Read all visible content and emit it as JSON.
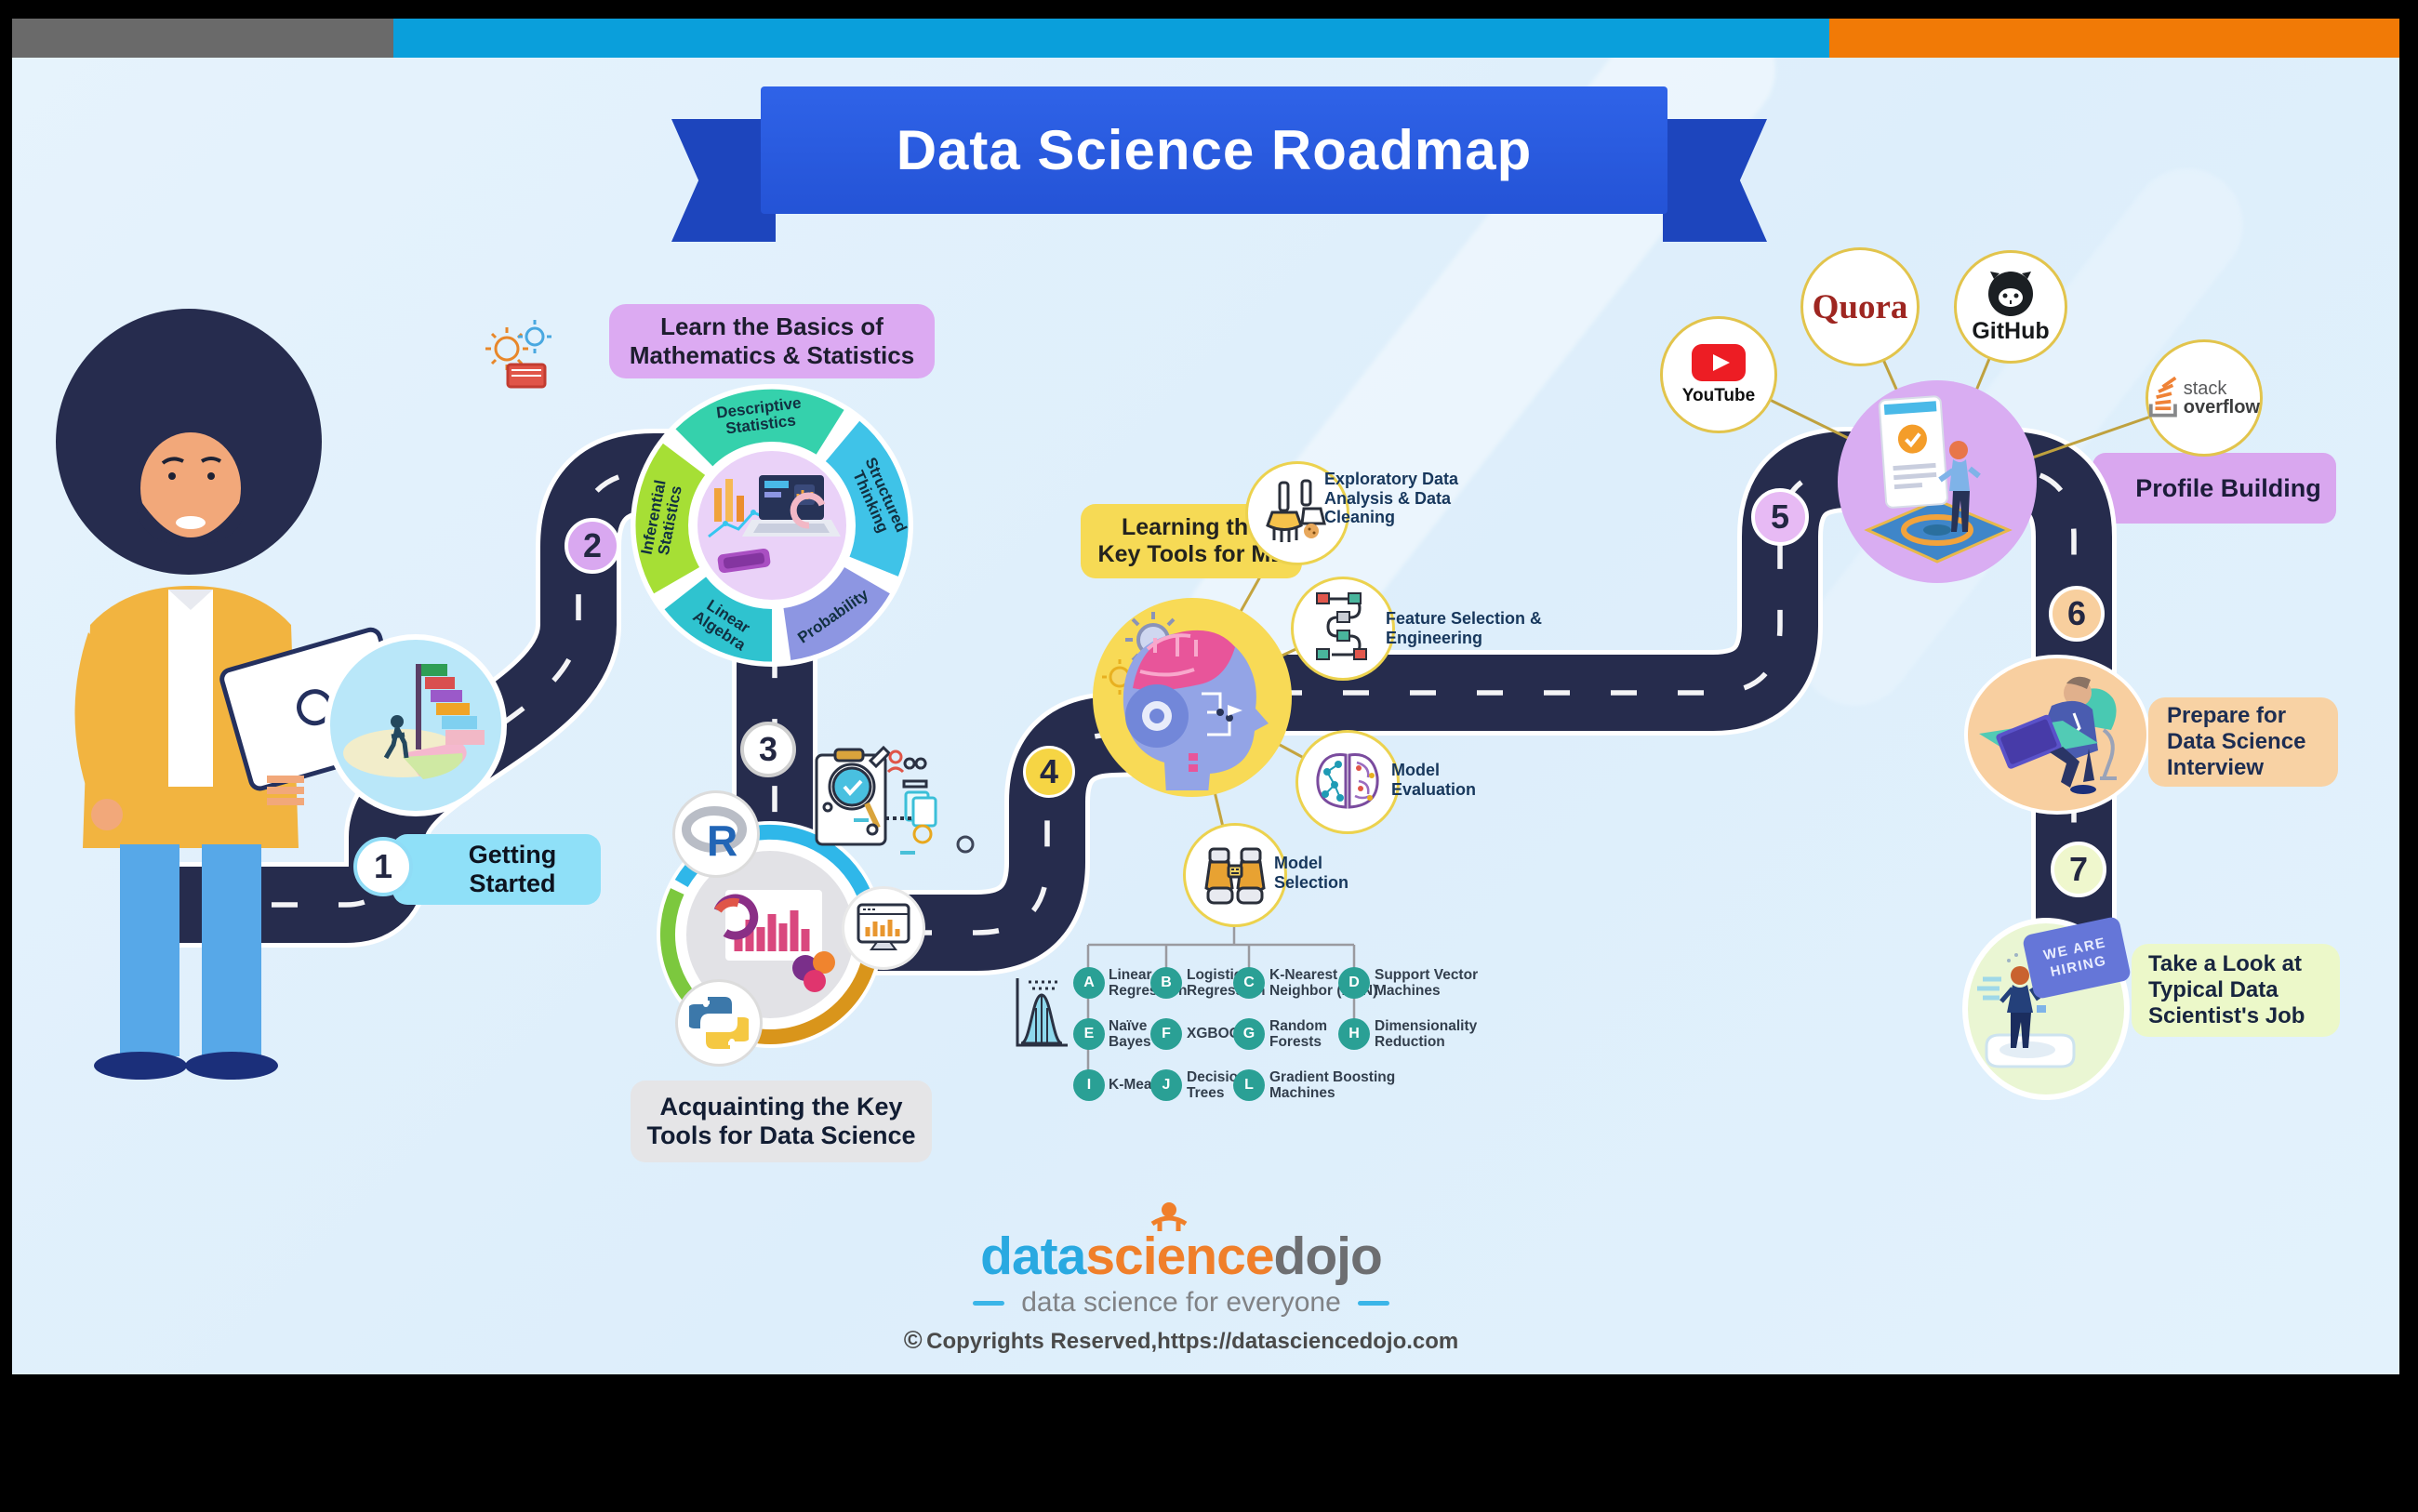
{
  "header": {
    "title": "Data Science Roadmap"
  },
  "steps": {
    "s1": {
      "num": "1",
      "label": "Getting Started"
    },
    "s2": {
      "num": "2",
      "pill": [
        "Learn the Basics of",
        "Mathematics & Statistics"
      ],
      "segments": [
        [
          "Descriptive",
          "Statistics"
        ],
        [
          "Structured",
          "Thinking"
        ],
        [
          "Probability"
        ],
        [
          "Linear",
          "Algebra"
        ],
        [
          "Inferential",
          "Statistics"
        ]
      ]
    },
    "s3": {
      "num": "3",
      "pill": [
        "Acquainting the Key",
        "Tools for Data Science"
      ],
      "r_label": "R"
    },
    "s4": {
      "num": "4",
      "pill": [
        "Learning the",
        "Key Tools for ML"
      ],
      "satellites": [
        {
          "lines": [
            "Exploratory Data",
            "Analysis & Data",
            "Cleaning"
          ]
        },
        {
          "lines": [
            "Feature Selection &",
            "Engineering"
          ]
        },
        {
          "lines": [
            "Model",
            "Evaluation"
          ]
        },
        {
          "lines": [
            "Model",
            "Selection"
          ]
        }
      ],
      "algorithms": [
        {
          "letter": "A",
          "lines": [
            "Linear",
            "Regression"
          ]
        },
        {
          "letter": "B",
          "lines": [
            "Logistic",
            "Regression"
          ]
        },
        {
          "letter": "C",
          "lines": [
            "K-Nearest",
            "Neighbor (KNN)"
          ]
        },
        {
          "letter": "D",
          "lines": [
            "Support Vector",
            "Machines"
          ]
        },
        {
          "letter": "E",
          "lines": [
            "Naïve",
            "Bayes"
          ]
        },
        {
          "letter": "F",
          "lines": [
            "XGBOOST"
          ]
        },
        {
          "letter": "G",
          "lines": [
            "Random",
            "Forests"
          ]
        },
        {
          "letter": "H",
          "lines": [
            "Dimensionality",
            "Reduction"
          ]
        },
        {
          "letter": "I",
          "lines": [
            "K-Means"
          ]
        },
        {
          "letter": "J",
          "lines": [
            "Decision",
            "Trees"
          ]
        },
        {
          "letter": "L",
          "lines": [
            "Gradient Boosting",
            "Machines"
          ]
        }
      ]
    },
    "s5": {
      "num": "5",
      "pill": "Profile Building",
      "platforms": {
        "youtube": "YouTube",
        "quora": "Quora",
        "github": "GitHub",
        "stack": [
          "stack",
          "overflow"
        ]
      }
    },
    "s6": {
      "num": "6",
      "pill": [
        "Prepare for",
        "Data Science",
        "Interview"
      ]
    },
    "s7": {
      "num": "7",
      "pill": [
        "Take a Look at",
        "Typical Data",
        "Scientist's Job"
      ],
      "sign": [
        "WE ARE",
        "HIRING"
      ]
    }
  },
  "footer": {
    "brand": [
      "data",
      "science",
      "dojo"
    ],
    "tagline": "data science for everyone",
    "copyright_symbol": "©",
    "copyright": "Copyrights Reserved,https://datasciencedojo.com"
  },
  "colors": {
    "road": "#262c4d",
    "bar_gray": "#6a6a6a",
    "bar_blue": "#0a9fdb",
    "bar_orange": "#f17a06",
    "banner_blue": "#2a5ce0",
    "badge_teal": "#2aa095"
  }
}
